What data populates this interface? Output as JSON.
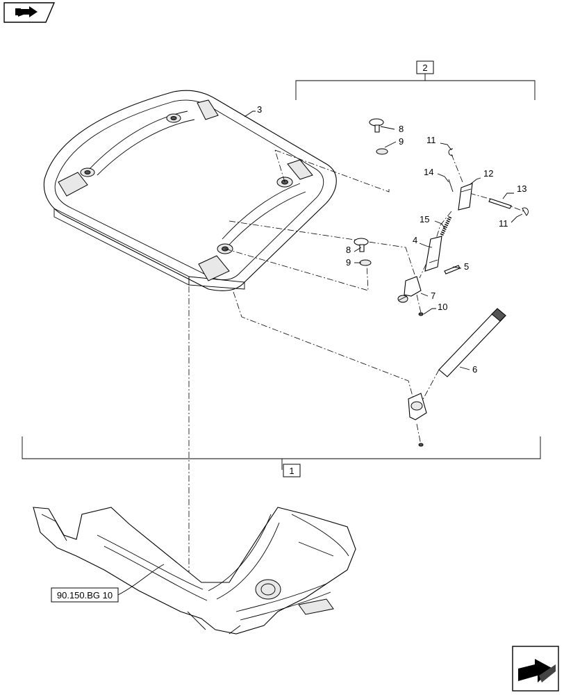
{
  "assembly_labels": {
    "main": "1",
    "sub": "2"
  },
  "reference": "90.150.BG 10",
  "callouts": {
    "c3": "3",
    "c4": "4",
    "c5": "5",
    "c6": "6",
    "c7": "7",
    "c8a": "8",
    "c8b": "8",
    "c9a": "9",
    "c9b": "9",
    "c10": "10",
    "c11a": "11",
    "c11b": "11",
    "c12": "12",
    "c13": "13",
    "c14": "14",
    "c15": "15"
  },
  "icons": {
    "top_left": "previous-page-arrow-icon",
    "bottom_right": "next-page-arrow-icon"
  }
}
